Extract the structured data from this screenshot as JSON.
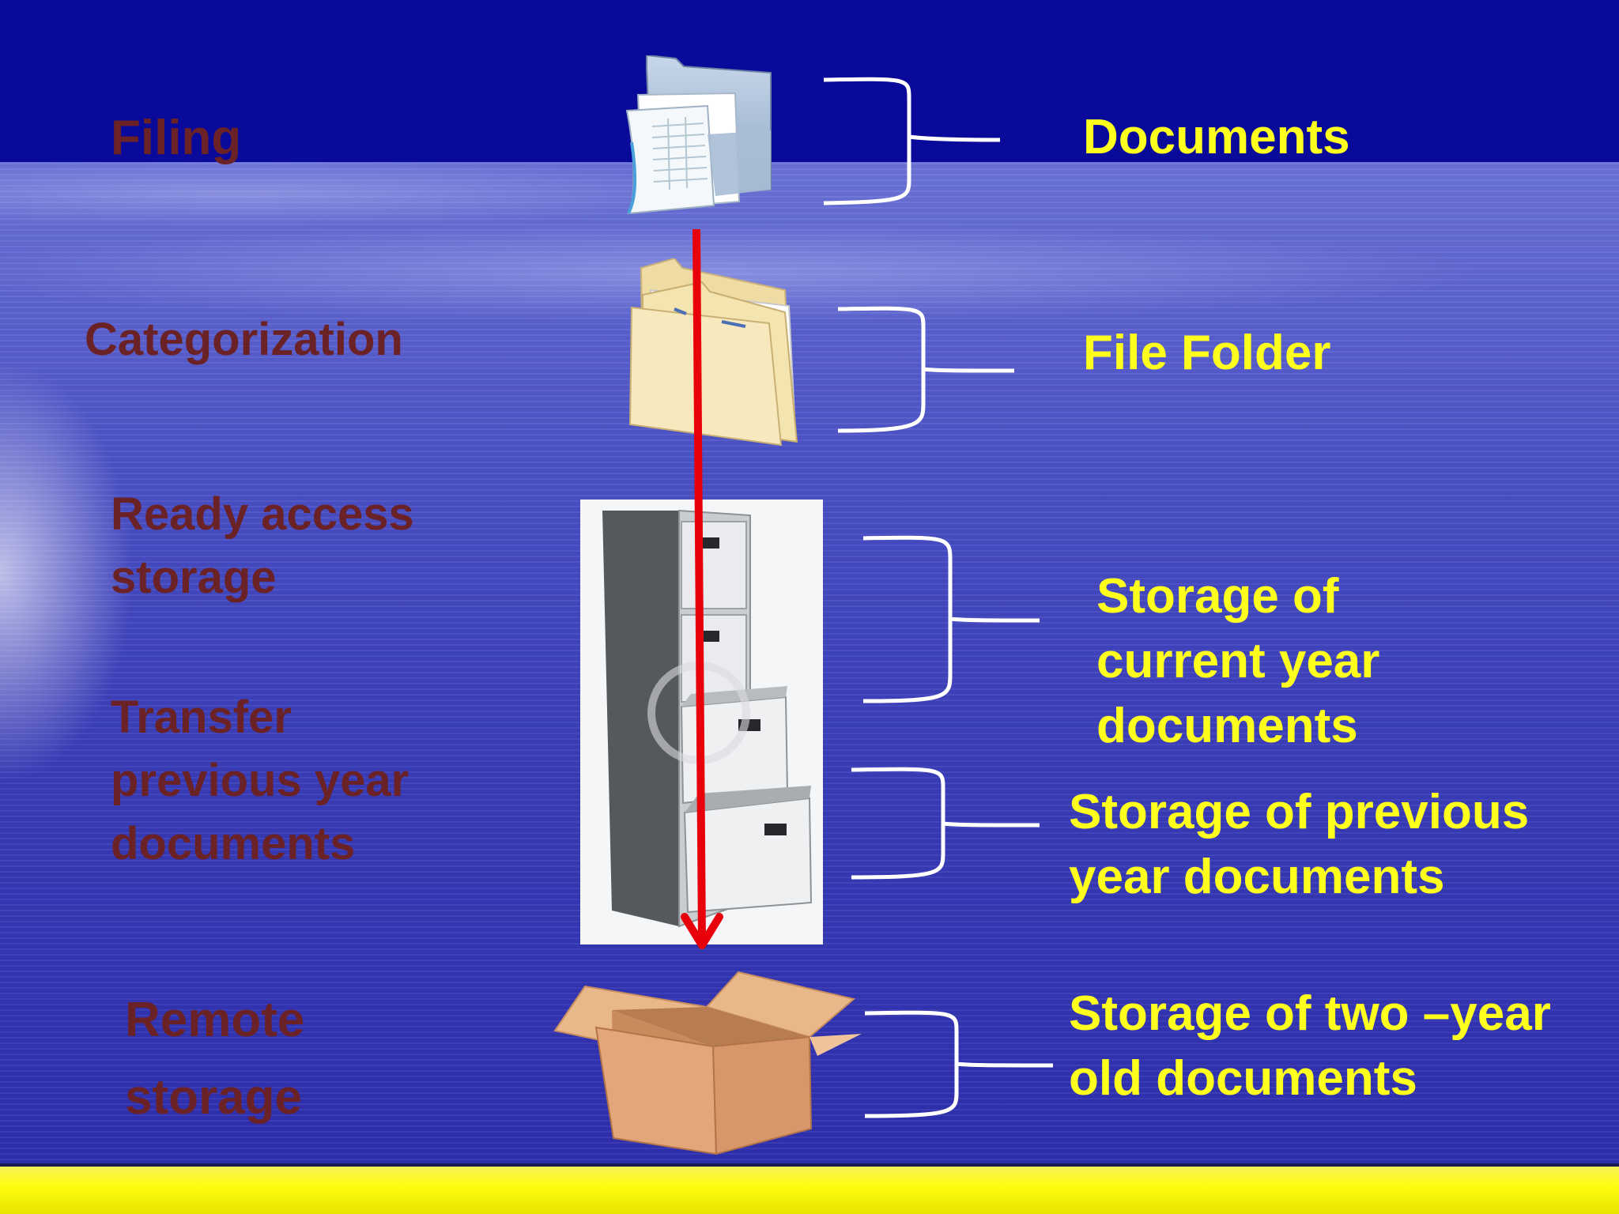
{
  "colors": {
    "left_labels": "#6b2226",
    "right_labels": "#ffff1e",
    "top_band": "#0a0a9a",
    "bottom_band": "#fffd10",
    "flow_arrow": "#e8000b",
    "braces": "#ffffff"
  },
  "left_labels": {
    "filing": "Filing",
    "categorization": "Categorization",
    "ready_access": {
      "line1": "Ready access",
      "line2": "storage"
    },
    "transfer": {
      "line1": "Transfer",
      "line2": "previous year",
      "line3": "documents"
    },
    "remote": {
      "line1": "Remote",
      "line2": "storage"
    }
  },
  "right_labels": {
    "documents": "Documents",
    "file_folder": "File Folder",
    "current_year": {
      "line1": "Storage of",
      "line2": "current year",
      "line3": "documents"
    },
    "previous_year": {
      "line1": "Storage of previous",
      "line2": "year documents"
    },
    "two_year": {
      "line1": "Storage of two –year",
      "line2": "old documents"
    }
  },
  "icons": [
    "documents-folder-icon",
    "file-folder-icon",
    "filing-cabinet-image",
    "cardboard-box-icon"
  ]
}
